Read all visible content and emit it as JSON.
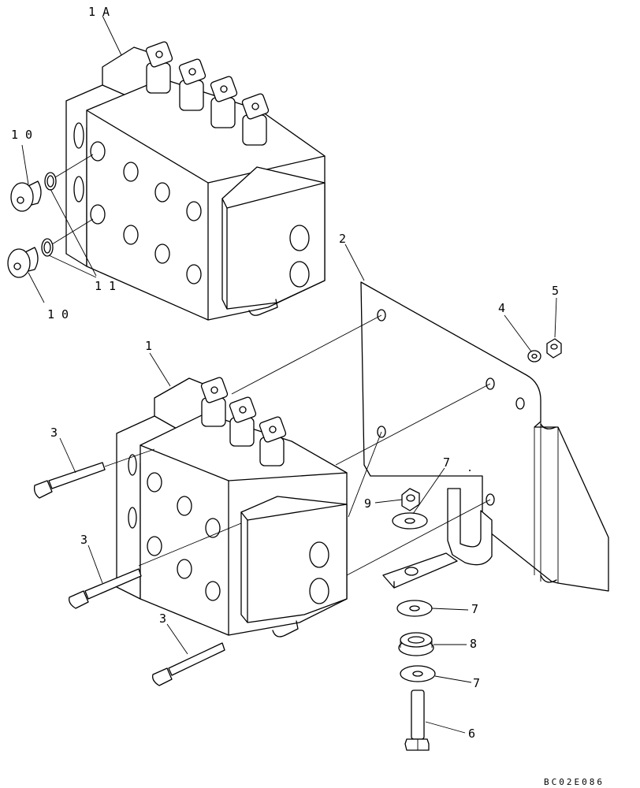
{
  "callouts": {
    "c1a": "1 A",
    "c1": "1",
    "c2": "2",
    "c3a": "3",
    "c3b": "3",
    "c3c": "3",
    "c4": "4",
    "c5": "5",
    "c6": "6",
    "c7a": "7",
    "c7b": "7",
    "c7c": "7",
    "c8": "8",
    "c9": "9",
    "c10a": "1 0",
    "c10b": "1 0",
    "c11": "1 1"
  },
  "drawing_code": "BC02E086"
}
